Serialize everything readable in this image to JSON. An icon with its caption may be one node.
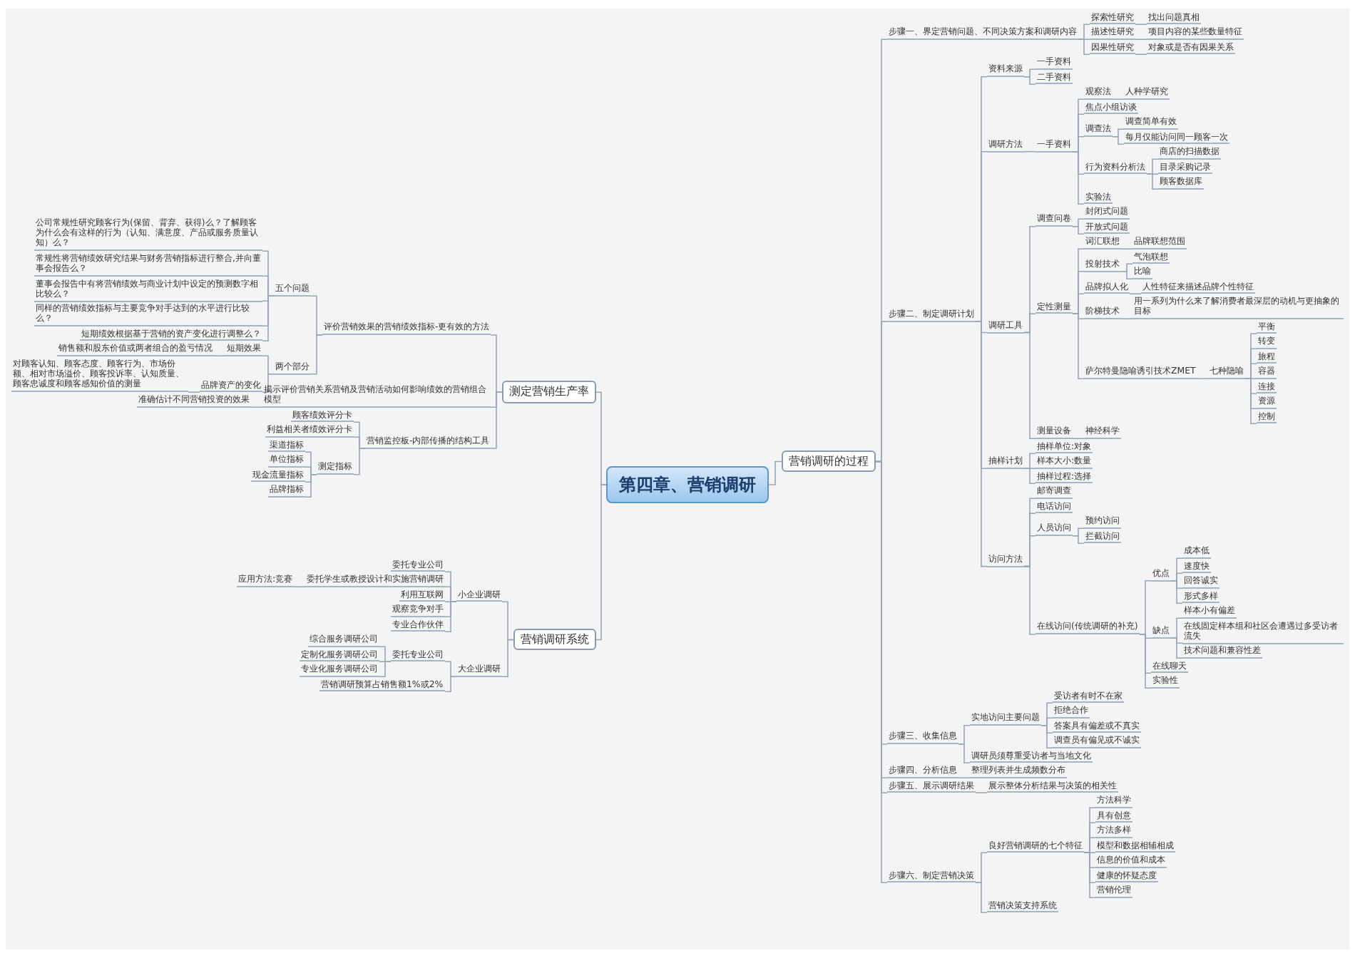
{
  "diagram": {
    "nodes": [
      {
        "text": [
          "第四章、营销调研"
        ]
      },
      {
        "text": [
          "测定营销生产率"
        ]
      },
      {
        "text": [
          "评价营销效果的营销绩效指标-更有效的方法"
        ]
      },
      {
        "text": [
          "五个问题"
        ]
      },
      {
        "text": [
          "公司常规性研究顾客行为(保留、背弃、获得)么？了解顾客为什么会有这样的行为（认知、满意度、产品或服务质量认知）么？"
        ]
      },
      {
        "text": [
          "常规性将营销绩效研究结果与财务营销指标进行整合,并向董事会报告么？"
        ]
      },
      {
        "text": [
          "董事会报告中有将营销绩效与商业计划中设定的预测数字相比较么？"
        ]
      },
      {
        "text": [
          "同样的营销绩效指标与主要竞争对手达到的水平进行比较么？"
        ]
      },
      {
        "text": [
          "短期绩效根据基于营销的资产变化进行调整么？"
        ]
      },
      {
        "text": [
          "两个部分"
        ]
      },
      {
        "text": [
          "短期效果"
        ]
      },
      {
        "text": [
          "销售额和股东价值或两者组合的盈亏情况"
        ]
      },
      {
        "text": [
          "品牌资产的变化"
        ]
      },
      {
        "text": [
          "对顾客认知、顾客态度、顾客行为、市场份额、相对市场溢价、顾客投诉率、认知质量、顾客忠诚度和顾客感知价值的测量"
        ]
      },
      {
        "text": [
          "揭示评价营销关系营销及营销活动如何影响绩效的营销组合模型"
        ]
      },
      {
        "text": [
          "准确估计不同营销投资的效果"
        ]
      },
      {
        "text": [
          "营销监控板-内部传播的结构工具"
        ]
      },
      {
        "text": [
          "顾客绩效评分卡"
        ]
      },
      {
        "text": [
          "利益相关者绩效评分卡"
        ]
      },
      {
        "text": [
          "测定指标"
        ]
      },
      {
        "text": [
          "渠道指标"
        ]
      },
      {
        "text": [
          "单位指标"
        ]
      },
      {
        "text": [
          "现金流量指标"
        ]
      },
      {
        "text": [
          "品牌指标"
        ]
      },
      {
        "text": [
          "营销调研系统"
        ]
      },
      {
        "text": [
          "小企业调研"
        ]
      },
      {
        "text": [
          "委托专业公司"
        ]
      },
      {
        "text": [
          "委托学生或教授设计和实施营销调研"
        ]
      },
      {
        "text": [
          "应用方法:竞赛"
        ]
      },
      {
        "text": [
          "利用互联网"
        ]
      },
      {
        "text": [
          "观察竞争对手"
        ]
      },
      {
        "text": [
          "专业合作伙伴"
        ]
      },
      {
        "text": [
          "大企业调研"
        ]
      },
      {
        "text": [
          "委托专业公司"
        ]
      },
      {
        "text": [
          "综合服务调研公司"
        ]
      },
      {
        "text": [
          "定制化服务调研公司"
        ]
      },
      {
        "text": [
          "专业化服务调研公司"
        ]
      },
      {
        "text": [
          "营销调研预算占销售额1%或2%"
        ]
      },
      {
        "text": [
          "营销调研的过程"
        ]
      },
      {
        "text": [
          "步骤一、界定营销问题、不同决策方案和调研内容"
        ]
      },
      {
        "text": [
          "探索性研究"
        ]
      },
      {
        "text": [
          "找出问题真相"
        ]
      },
      {
        "text": [
          "描述性研究"
        ]
      },
      {
        "text": [
          "项目内容的某些数量特征"
        ]
      },
      {
        "text": [
          "因果性研究"
        ]
      },
      {
        "text": [
          "对象或是否有因果关系"
        ]
      },
      {
        "text": [
          "步骤二、制定调研计划"
        ]
      },
      {
        "text": [
          "资料来源"
        ]
      },
      {
        "text": [
          "一手资料"
        ]
      },
      {
        "text": [
          "二手资料"
        ]
      },
      {
        "text": [
          "调研方法"
        ]
      },
      {
        "text": [
          "一手资料"
        ]
      },
      {
        "text": [
          "观察法"
        ]
      },
      {
        "text": [
          "人种学研究"
        ]
      },
      {
        "text": [
          "焦点小组访谈"
        ]
      },
      {
        "text": [
          "调查法"
        ]
      },
      {
        "text": [
          "调查简单有效"
        ]
      },
      {
        "text": [
          "每月仅能访问同一顾客一次"
        ]
      },
      {
        "text": [
          "行为资料分析法"
        ]
      },
      {
        "text": [
          "商店的扫描数据"
        ]
      },
      {
        "text": [
          "目录采购记录"
        ]
      },
      {
        "text": [
          "顾客数据库"
        ]
      },
      {
        "text": [
          "实验法"
        ]
      },
      {
        "text": [
          "调研工具"
        ]
      },
      {
        "text": [
          "调查问卷"
        ]
      },
      {
        "text": [
          "封闭式问题"
        ]
      },
      {
        "text": [
          "开放式问题"
        ]
      },
      {
        "text": [
          "定性测量"
        ]
      },
      {
        "text": [
          "词汇联想"
        ]
      },
      {
        "text": [
          "品牌联想范围"
        ]
      },
      {
        "text": [
          "投射技术"
        ]
      },
      {
        "text": [
          "气泡联想"
        ]
      },
      {
        "text": [
          "比喻"
        ]
      },
      {
        "text": [
          "品牌拟人化"
        ]
      },
      {
        "text": [
          "人性特征来描述品牌个性特征"
        ]
      },
      {
        "text": [
          "阶梯技术"
        ]
      },
      {
        "text": [
          "用一系列为什么来了解消费者最深层的动机与更抽象的目标"
        ]
      },
      {
        "text": [
          "萨尔特曼隐喻诱引技术ZMET"
        ]
      },
      {
        "text": [
          "七种隐喻"
        ]
      },
      {
        "text": [
          "平衡"
        ]
      },
      {
        "text": [
          "转变"
        ]
      },
      {
        "text": [
          "旅程"
        ]
      },
      {
        "text": [
          "容器"
        ]
      },
      {
        "text": [
          "连接"
        ]
      },
      {
        "text": [
          "资源"
        ]
      },
      {
        "text": [
          "控制"
        ]
      },
      {
        "text": [
          "测量设备"
        ]
      },
      {
        "text": [
          "神经科学"
        ]
      },
      {
        "text": [
          "抽样计划"
        ]
      },
      {
        "text": [
          "抽样单位:对象"
        ]
      },
      {
        "text": [
          "样本大小:数量"
        ]
      },
      {
        "text": [
          "抽样过程:选择"
        ]
      },
      {
        "text": [
          "访问方法"
        ]
      },
      {
        "text": [
          "邮寄调查"
        ]
      },
      {
        "text": [
          "电话访问"
        ]
      },
      {
        "text": [
          "人员访问"
        ]
      },
      {
        "text": [
          "预约访问"
        ]
      },
      {
        "text": [
          "拦截访问"
        ]
      },
      {
        "text": [
          "在线访问(传统调研的补充)"
        ]
      },
      {
        "text": [
          "优点"
        ]
      },
      {
        "text": [
          "成本低"
        ]
      },
      {
        "text": [
          "速度快"
        ]
      },
      {
        "text": [
          "回答诚实"
        ]
      },
      {
        "text": [
          "形式多样"
        ]
      },
      {
        "text": [
          "缺点"
        ]
      },
      {
        "text": [
          "样本小有偏差"
        ]
      },
      {
        "text": [
          "在线固定样本组和社区会遭遇过多受访者流失"
        ]
      },
      {
        "text": [
          "技术问题和兼容性差"
        ]
      },
      {
        "text": [
          "在线聊天"
        ]
      },
      {
        "text": [
          "实验性"
        ]
      },
      {
        "text": [
          "步骤三、收集信息"
        ]
      },
      {
        "text": [
          "实地访问主要问题"
        ]
      },
      {
        "text": [
          "受访者有时不在家"
        ]
      },
      {
        "text": [
          "拒绝合作"
        ]
      },
      {
        "text": [
          "答案具有偏差或不真实"
        ]
      },
      {
        "text": [
          "调查员有偏见或不诚实"
        ]
      },
      {
        "text": [
          "调研员须尊重受访者与当地文化"
        ]
      },
      {
        "text": [
          "步骤四、分析信息"
        ]
      },
      {
        "text": [
          "整理列表并生成频数分布"
        ]
      },
      {
        "text": [
          "步骤五、展示调研结果"
        ]
      },
      {
        "text": [
          "展示整体分析结果与决策的相关性"
        ]
      },
      {
        "text": [
          "步骤六、制定营销决策"
        ]
      },
      {
        "text": [
          "良好营销调研的七个特征"
        ]
      },
      {
        "text": [
          "方法科学"
        ]
      },
      {
        "text": [
          "具有创意"
        ]
      },
      {
        "text": [
          "方法多样"
        ]
      },
      {
        "text": [
          "模型和数据相辅相成"
        ]
      },
      {
        "text": [
          "信息的价值和成本"
        ]
      },
      {
        "text": [
          "健康的怀疑态度"
        ]
      },
      {
        "text": [
          "营销伦理"
        ]
      },
      {
        "text": [
          "营销决策支持系统"
        ]
      }
    ],
    "edges": [
      {
        "from": 0,
        "to": 1,
        "arrow": "none"
      },
      {
        "from": 1,
        "to": 2,
        "arrow": "none"
      },
      {
        "from": 2,
        "to": 3,
        "arrow": "none"
      },
      {
        "from": 3,
        "to": 4,
        "arrow": "none"
      },
      {
        "from": 3,
        "to": 5,
        "arrow": "none"
      },
      {
        "from": 3,
        "to": 6,
        "arrow": "none"
      },
      {
        "from": 3,
        "to": 7,
        "arrow": "none"
      },
      {
        "from": 3,
        "to": 8,
        "arrow": "none"
      },
      {
        "from": 2,
        "to": 9,
        "arrow": "none"
      },
      {
        "from": 9,
        "to": 10,
        "arrow": "none"
      },
      {
        "from": 10,
        "to": 11,
        "arrow": "none"
      },
      {
        "from": 9,
        "to": 12,
        "arrow": "none"
      },
      {
        "from": 12,
        "to": 13,
        "arrow": "none"
      },
      {
        "from": 1,
        "to": 14,
        "arrow": "none"
      },
      {
        "from": 14,
        "to": 15,
        "arrow": "none"
      },
      {
        "from": 1,
        "to": 16,
        "arrow": "none"
      },
      {
        "from": 16,
        "to": 17,
        "arrow": "none"
      },
      {
        "from": 16,
        "to": 18,
        "arrow": "none"
      },
      {
        "from": 16,
        "to": 19,
        "arrow": "none"
      },
      {
        "from": 19,
        "to": 20,
        "arrow": "none"
      },
      {
        "from": 19,
        "to": 21,
        "arrow": "none"
      },
      {
        "from": 19,
        "to": 22,
        "arrow": "none"
      },
      {
        "from": 19,
        "to": 23,
        "arrow": "none"
      },
      {
        "from": 0,
        "to": 24,
        "arrow": "none"
      },
      {
        "from": 24,
        "to": 25,
        "arrow": "none"
      },
      {
        "from": 25,
        "to": 26,
        "arrow": "none"
      },
      {
        "from": 25,
        "to": 27,
        "arrow": "none"
      },
      {
        "from": 27,
        "to": 28,
        "arrow": "none"
      },
      {
        "from": 25,
        "to": 29,
        "arrow": "none"
      },
      {
        "from": 25,
        "to": 30,
        "arrow": "none"
      },
      {
        "from": 25,
        "to": 31,
        "arrow": "none"
      },
      {
        "from": 24,
        "to": 32,
        "arrow": "none"
      },
      {
        "from": 32,
        "to": 33,
        "arrow": "none"
      },
      {
        "from": 33,
        "to": 34,
        "arrow": "none"
      },
      {
        "from": 33,
        "to": 35,
        "arrow": "none"
      },
      {
        "from": 33,
        "to": 36,
        "arrow": "none"
      },
      {
        "from": 32,
        "to": 37,
        "arrow": "none"
      },
      {
        "from": 0,
        "to": 38,
        "arrow": "none"
      },
      {
        "from": 38,
        "to": 39,
        "arrow": "none"
      },
      {
        "from": 39,
        "to": 40,
        "arrow": "none"
      },
      {
        "from": 40,
        "to": 41,
        "arrow": "none"
      },
      {
        "from": 39,
        "to": 42,
        "arrow": "none"
      },
      {
        "from": 42,
        "to": 43,
        "arrow": "none"
      },
      {
        "from": 39,
        "to": 44,
        "arrow": "none"
      },
      {
        "from": 44,
        "to": 45,
        "arrow": "none"
      },
      {
        "from": 38,
        "to": 46,
        "arrow": "none"
      },
      {
        "from": 46,
        "to": 47,
        "arrow": "none"
      },
      {
        "from": 47,
        "to": 48,
        "arrow": "none"
      },
      {
        "from": 47,
        "to": 49,
        "arrow": "none"
      },
      {
        "from": 46,
        "to": 50,
        "arrow": "none"
      },
      {
        "from": 50,
        "to": 51,
        "arrow": "none"
      },
      {
        "from": 51,
        "to": 52,
        "arrow": "none"
      },
      {
        "from": 52,
        "to": 53,
        "arrow": "none"
      },
      {
        "from": 51,
        "to": 54,
        "arrow": "none"
      },
      {
        "from": 51,
        "to": 55,
        "arrow": "none"
      },
      {
        "from": 55,
        "to": 56,
        "arrow": "none"
      },
      {
        "from": 55,
        "to": 57,
        "arrow": "none"
      },
      {
        "from": 51,
        "to": 58,
        "arrow": "none"
      },
      {
        "from": 58,
        "to": 59,
        "arrow": "none"
      },
      {
        "from": 58,
        "to": 60,
        "arrow": "none"
      },
      {
        "from": 58,
        "to": 61,
        "arrow": "none"
      },
      {
        "from": 51,
        "to": 62,
        "arrow": "none"
      },
      {
        "from": 46,
        "to": 63,
        "arrow": "none"
      },
      {
        "from": 63,
        "to": 64,
        "arrow": "none"
      },
      {
        "from": 64,
        "to": 65,
        "arrow": "none"
      },
      {
        "from": 64,
        "to": 66,
        "arrow": "none"
      },
      {
        "from": 63,
        "to": 67,
        "arrow": "none"
      },
      {
        "from": 67,
        "to": 68,
        "arrow": "none"
      },
      {
        "from": 68,
        "to": 69,
        "arrow": "none"
      },
      {
        "from": 67,
        "to": 70,
        "arrow": "none"
      },
      {
        "from": 70,
        "to": 71,
        "arrow": "none"
      },
      {
        "from": 70,
        "to": 72,
        "arrow": "none"
      },
      {
        "from": 67,
        "to": 73,
        "arrow": "none"
      },
      {
        "from": 73,
        "to": 74,
        "arrow": "none"
      },
      {
        "from": 67,
        "to": 75,
        "arrow": "none"
      },
      {
        "from": 75,
        "to": 76,
        "arrow": "none"
      },
      {
        "from": 67,
        "to": 77,
        "arrow": "none"
      },
      {
        "from": 77,
        "to": 78,
        "arrow": "none"
      },
      {
        "from": 78,
        "to": 79,
        "arrow": "none"
      },
      {
        "from": 78,
        "to": 80,
        "arrow": "none"
      },
      {
        "from": 78,
        "to": 81,
        "arrow": "none"
      },
      {
        "from": 78,
        "to": 82,
        "arrow": "none"
      },
      {
        "from": 78,
        "to": 83,
        "arrow": "none"
      },
      {
        "from": 78,
        "to": 84,
        "arrow": "none"
      },
      {
        "from": 78,
        "to": 85,
        "arrow": "none"
      },
      {
        "from": 63,
        "to": 86,
        "arrow": "none"
      },
      {
        "from": 86,
        "to": 87,
        "arrow": "none"
      },
      {
        "from": 46,
        "to": 88,
        "arrow": "none"
      },
      {
        "from": 88,
        "to": 89,
        "arrow": "none"
      },
      {
        "from": 88,
        "to": 90,
        "arrow": "none"
      },
      {
        "from": 88,
        "to": 91,
        "arrow": "none"
      },
      {
        "from": 46,
        "to": 92,
        "arrow": "none"
      },
      {
        "from": 92,
        "to": 93,
        "arrow": "none"
      },
      {
        "from": 92,
        "to": 94,
        "arrow": "none"
      },
      {
        "from": 92,
        "to": 95,
        "arrow": "none"
      },
      {
        "from": 95,
        "to": 96,
        "arrow": "none"
      },
      {
        "from": 95,
        "to": 97,
        "arrow": "none"
      },
      {
        "from": 92,
        "to": 98,
        "arrow": "none"
      },
      {
        "from": 98,
        "to": 99,
        "arrow": "none"
      },
      {
        "from": 99,
        "to": 100,
        "arrow": "none"
      },
      {
        "from": 99,
        "to": 101,
        "arrow": "none"
      },
      {
        "from": 99,
        "to": 102,
        "arrow": "none"
      },
      {
        "from": 99,
        "to": 103,
        "arrow": "none"
      },
      {
        "from": 98,
        "to": 104,
        "arrow": "none"
      },
      {
        "from": 104,
        "to": 105,
        "arrow": "none"
      },
      {
        "from": 104,
        "to": 106,
        "arrow": "none"
      },
      {
        "from": 104,
        "to": 107,
        "arrow": "none"
      },
      {
        "from": 98,
        "to": 108,
        "arrow": "none"
      },
      {
        "from": 98,
        "to": 109,
        "arrow": "none"
      },
      {
        "from": 38,
        "to": 110,
        "arrow": "none"
      },
      {
        "from": 110,
        "to": 111,
        "arrow": "none"
      },
      {
        "from": 111,
        "to": 112,
        "arrow": "none"
      },
      {
        "from": 111,
        "to": 113,
        "arrow": "none"
      },
      {
        "from": 111,
        "to": 114,
        "arrow": "none"
      },
      {
        "from": 111,
        "to": 115,
        "arrow": "none"
      },
      {
        "from": 110,
        "to": 116,
        "arrow": "none"
      },
      {
        "from": 38,
        "to": 117,
        "arrow": "none"
      },
      {
        "from": 117,
        "to": 118,
        "arrow": "none"
      },
      {
        "from": 38,
        "to": 119,
        "arrow": "none"
      },
      {
        "from": 119,
        "to": 120,
        "arrow": "none"
      },
      {
        "from": 38,
        "to": 121,
        "arrow": "none"
      },
      {
        "from": 121,
        "to": 122,
        "arrow": "none"
      },
      {
        "from": 122,
        "to": 123,
        "arrow": "none"
      },
      {
        "from": 122,
        "to": 124,
        "arrow": "none"
      },
      {
        "from": 122,
        "to": 125,
        "arrow": "none"
      },
      {
        "from": 122,
        "to": 126,
        "arrow": "none"
      },
      {
        "from": 122,
        "to": 127,
        "arrow": "none"
      },
      {
        "from": 122,
        "to": 128,
        "arrow": "none"
      },
      {
        "from": 122,
        "to": 129,
        "arrow": "none"
      },
      {
        "from": 121,
        "to": 130,
        "arrow": "none"
      }
    ]
  }
}
